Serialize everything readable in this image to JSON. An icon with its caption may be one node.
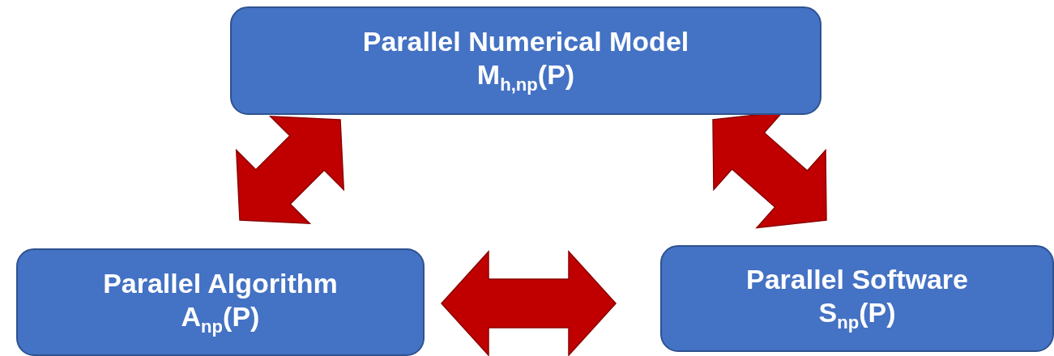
{
  "diagram": {
    "nodes": [
      {
        "text": [
          "Parallel Numerical Model",
          "M$_{h,np}$(P)"
        ]
      },
      {
        "text": [
          "Parallel Algorithm",
          "A$_{np}$(P)"
        ]
      },
      {
        "text": [
          "Parallel Software",
          "S$_{np}$(P)"
        ]
      }
    ],
    "edges": [
      {
        "from": 0,
        "to": 1,
        "arrow": "both"
      },
      {
        "from": 0,
        "to": 2,
        "arrow": "both"
      },
      {
        "from": 1,
        "to": 2,
        "arrow": "both"
      }
    ]
  }
}
